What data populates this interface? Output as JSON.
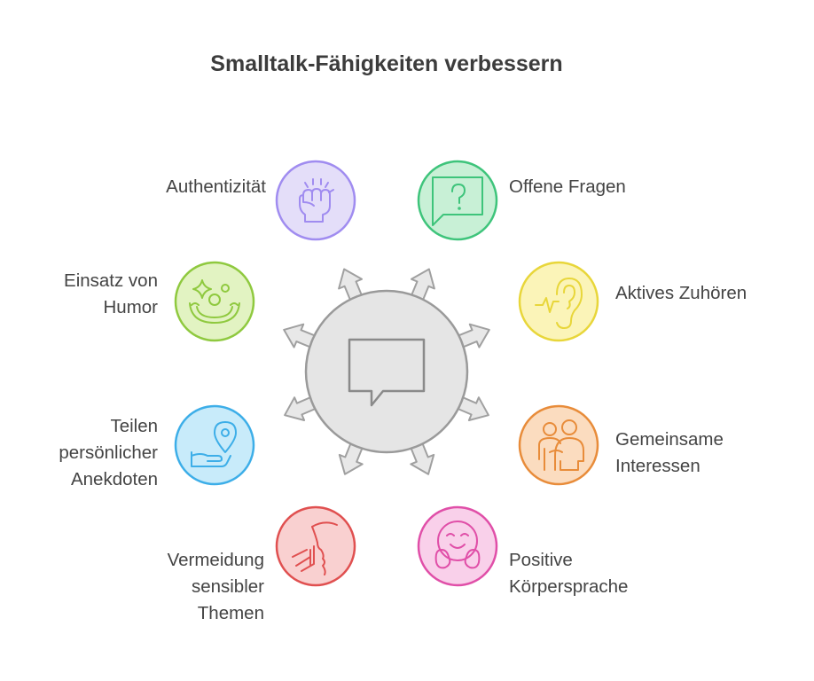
{
  "title": "Smalltalk-Fähigkeiten verbessern",
  "items": [
    {
      "label": "Authentizität",
      "icon": "raised-fist-icon",
      "color": "#a08cf0",
      "fill": "#e4def9"
    },
    {
      "label": "Offene Fragen",
      "icon": "question-speech-bubble-icon",
      "color": "#3ec47b",
      "fill": "#c8f0d6"
    },
    {
      "label": "Einsatz von\nHumor",
      "icon": "clown-face-icon",
      "color": "#8fc93f",
      "fill": "#e2f3c2"
    },
    {
      "label": "Aktives Zuhören",
      "icon": "ear-icon",
      "color": "#e8d63a",
      "fill": "#fbf4b8"
    },
    {
      "label": "Teilen\npersönlicher\nAnekdoten",
      "icon": "location-hand-icon",
      "color": "#3daee8",
      "fill": "#c8ebfa"
    },
    {
      "label": "Gemeinsame\nInteressen",
      "icon": "people-pair-icon",
      "color": "#e88c3a",
      "fill": "#fbdcbf"
    },
    {
      "label": "Vermeidung\nsensibler\nThemen",
      "icon": "shush-face-icon",
      "color": "#e05050",
      "fill": "#f9d0d0"
    },
    {
      "label": "Positive\nKörpersprache",
      "icon": "smiling-face-hands-icon",
      "color": "#e04fa8",
      "fill": "#f9d0ea"
    }
  ],
  "center": {
    "icon": "speech-bubble-icon",
    "fill": "#e5e5e5",
    "stroke": "#999999"
  }
}
